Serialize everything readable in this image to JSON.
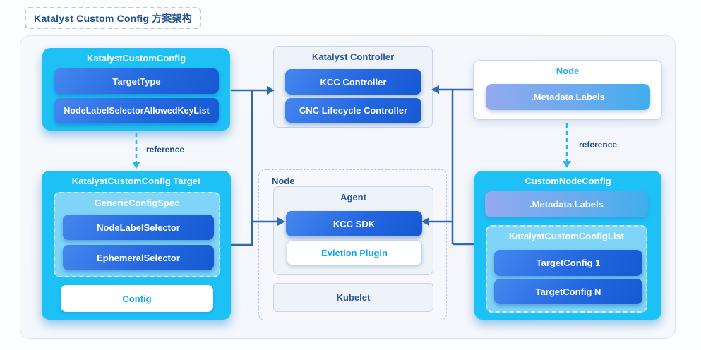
{
  "page_title": "Katalyst Custom Config 方案架构",
  "boxes": {
    "katalyst_custom_config": {
      "title": "KatalystCustomConfig",
      "target_type": "TargetType",
      "allowed_key_list": "NodeLabelSelectorAllowedKeyList"
    },
    "katalyst_controller": {
      "title": "Katalyst Controller",
      "kcc_controller": "KCC Controller",
      "cnc_lifecycle_controller": "CNC Lifecycle Controller"
    },
    "node_top": {
      "title": "Node",
      "metadata_labels": ".Metadata.Labels"
    },
    "katalyst_custom_config_target": {
      "title": "KatalystCustomConfig Target",
      "generic_config_spec": {
        "title": "GenericConfigSpec",
        "node_label_selector": "NodeLabelSelector",
        "ephemeral_selector": "EphemeralSelector"
      },
      "config": "Config"
    },
    "node_center": {
      "title": "Node",
      "agent": {
        "title": "Agent",
        "kcc_sdk": "KCC SDK",
        "eviction_plugin": "Eviction Plugin"
      },
      "kubelet": "Kubelet"
    },
    "custom_node_config": {
      "title": "CustomNodeConfig",
      "metadata_labels": ".Metadata.Labels",
      "list": {
        "title": "KatalystCustomConfigList",
        "target_config_1": "TargetConfig 1",
        "target_config_n": "TargetConfig N"
      }
    }
  },
  "edges": {
    "left_reference": "reference",
    "right_reference": "reference"
  },
  "colors": {
    "accent_cyan": "#1ec1f5",
    "inner_cyan": "#7fd4f8",
    "pill_blue_start": "#4687ee",
    "pill_blue_end": "#1659d2",
    "metadata_gradient_start": "#94a9ef",
    "metadata_gradient_end": "#41adec",
    "arrow_blue": "#2e68ae",
    "reference_cyan": "#2ab5f1",
    "navy_text": "#1b4f8e"
  }
}
